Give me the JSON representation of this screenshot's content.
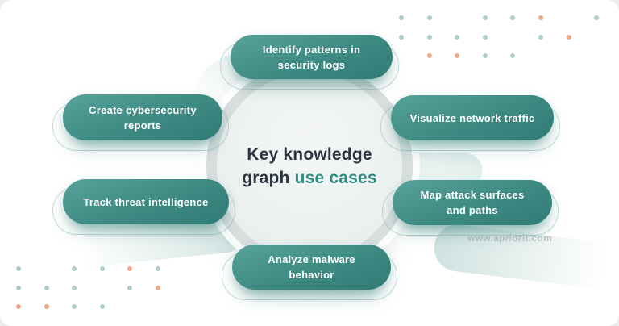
{
  "center": {
    "title_line1": "Key knowledge",
    "title_line2_prefix": "graph ",
    "title_line2_accent": "use cases"
  },
  "pills": [
    {
      "name": "identify-patterns-in-security-logs",
      "line1": "Identify patterns in",
      "line2": "security logs"
    },
    {
      "name": "create-cybersecurity-reports",
      "line1": "Create cybersecurity",
      "line2": "reports"
    },
    {
      "name": "visualize-network-traffic",
      "line1": "Visualize network traffic"
    },
    {
      "name": "track-threat-intelligence",
      "line1": "Track threat intelligence"
    },
    {
      "name": "map-attack-surfaces-and-paths",
      "line1": "Map attack surfaces",
      "line2": "and paths"
    },
    {
      "name": "analyze-malware-behavior",
      "line1": "Analyze malware",
      "line2": "behavior"
    }
  ],
  "watermark": "www.apriorit.com",
  "colors": {
    "pill_gradient_start": "#58a39b",
    "pill_gradient_end": "#317b75",
    "title_dark": "#2b3440",
    "title_accent": "#2f8b83",
    "ring": "#d3dbda",
    "dot_green": "#abcfc8",
    "dot_orange": "#f0a687"
  },
  "dots": {
    "top_right": {
      "rows": [
        [
          "g",
          "g",
          "",
          "g",
          "g",
          "o",
          "",
          "g"
        ],
        [
          "g",
          "g",
          "g",
          "g",
          "",
          "g",
          "o",
          ""
        ],
        [
          "",
          "o",
          "o",
          "g",
          "g",
          "",
          "",
          ""
        ]
      ]
    },
    "bottom_left": {
      "rows": [
        [
          "g",
          "",
          "g",
          "g",
          "o",
          "g"
        ],
        [
          "g",
          "g",
          "g",
          "",
          "g",
          "o"
        ],
        [
          "o",
          "o",
          "g",
          "g",
          "",
          ""
        ]
      ]
    }
  }
}
